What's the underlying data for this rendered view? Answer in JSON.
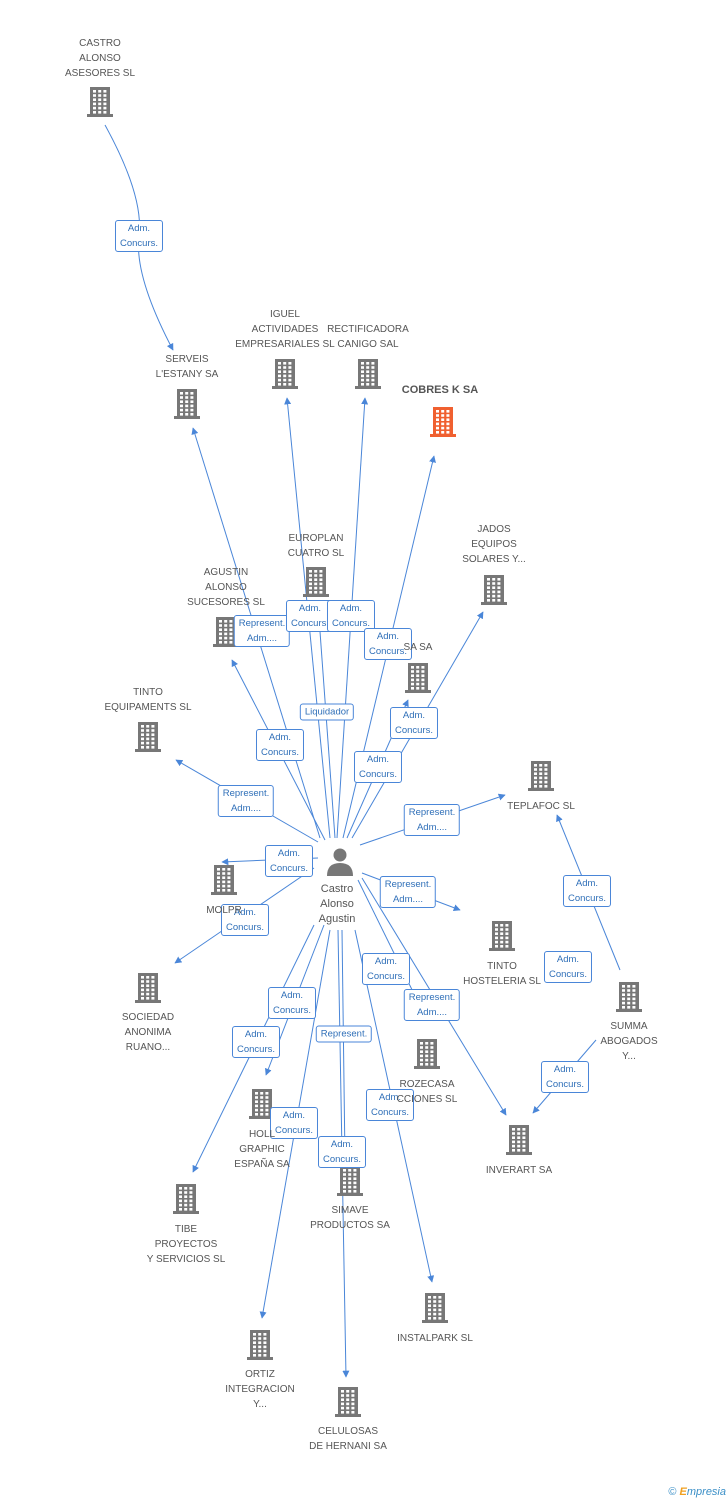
{
  "colors": {
    "edge": "#4a86d8",
    "building": "#777777",
    "focus_building": "#f06030",
    "person": "#777777"
  },
  "person": {
    "name": "Castro\nAlonso\nAgustin",
    "icon": "person-icon"
  },
  "companies": [
    {
      "id": "castro-asesores",
      "label": "CASTRO\nALONSO\nASESORES SL"
    },
    {
      "id": "serveis",
      "label": "SERVEIS\nL'ESTANY SA"
    },
    {
      "id": "iguel",
      "label": "IGUEL\nACTIVIDADES\nEMPRESARIALES SL"
    },
    {
      "id": "rectificadora",
      "label": "RECTIFICADORA\nCANIGO SAL"
    },
    {
      "id": "cobres",
      "label": "COBRES K SA",
      "focus": true
    },
    {
      "id": "europlan",
      "label": "EUROPLAN\nCUATRO SL"
    },
    {
      "id": "jados",
      "label": "JADOS\nEQUIPOS\nSOLARES Y..."
    },
    {
      "id": "agustin-sucesores",
      "label": "AGUSTIN\nALONSO\nSUCESORES SL"
    },
    {
      "id": "sa-sa",
      "label": "SA SA"
    },
    {
      "id": "tinto-equip",
      "label": "TINTO\nEQUIPAMENTS SL"
    },
    {
      "id": "teplafoc",
      "label": "TEPLAFOC SL"
    },
    {
      "id": "molpr",
      "label": "MOLPR"
    },
    {
      "id": "tinto-host",
      "label": "TINTO\nHOSTELERIA SL"
    },
    {
      "id": "sociedad",
      "label": "SOCIEDAD\nANONIMA\nRUANO..."
    },
    {
      "id": "summa",
      "label": "SUMMA\nABOGADOS\nY..."
    },
    {
      "id": "rozecasa",
      "label": "ROZECASA\nCCIONES SL"
    },
    {
      "id": "hollo",
      "label": "HOLL\nGRAPHIC\nESPAÑA SA"
    },
    {
      "id": "inverart",
      "label": "INVERART SA"
    },
    {
      "id": "simave",
      "label": "SIMAVE\nPRODUCTOS SA"
    },
    {
      "id": "tibe",
      "label": "TIBE\nPROYECTOS\nY SERVICIOS SL"
    },
    {
      "id": "instalpark",
      "label": "INSTALPARK SL"
    },
    {
      "id": "ortiz",
      "label": "ORTIZ\nINTEGRACION\nY..."
    },
    {
      "id": "celulosas",
      "label": "CELULOSAS\nDE HERNANI SA"
    }
  ],
  "relations": [
    {
      "label": "Adm.\nConcurs."
    },
    {
      "label": "Represent.\nAdm...."
    },
    {
      "label": "Adm.\nConcurs."
    },
    {
      "label": "Adm.\nConcurs."
    },
    {
      "label": "Adm.\nConcurs."
    },
    {
      "label": "Liquidador"
    },
    {
      "label": "Adm.\nConcurs."
    },
    {
      "label": "Adm.\nConcurs."
    },
    {
      "label": "Adm.\nConcurs."
    },
    {
      "label": "Represent.\nAdm...."
    },
    {
      "label": "Represent.\nAdm...."
    },
    {
      "label": "Adm.\nConcurs."
    },
    {
      "label": "Adm.\nConcurs."
    },
    {
      "label": "Represent.\nAdm...."
    },
    {
      "label": "Adm.\nConcurs."
    },
    {
      "label": "Adm.\nConcurs."
    },
    {
      "label": "Represent.\nAdm...."
    },
    {
      "label": "Adm.\nConcurs."
    },
    {
      "label": "Adm.\nConcurs."
    },
    {
      "label": "Represent."
    },
    {
      "label": "Adm.\nConcurs."
    },
    {
      "label": "Adm.\nConcurs."
    },
    {
      "label": "Adm.\nConcurs."
    },
    {
      "label": "Adm.\nConcurs."
    },
    {
      "label": "Adm.\nConcurs."
    }
  ],
  "footer": {
    "copyright": "©",
    "brand_e": "E",
    "brand_rest": "mpresia"
  }
}
